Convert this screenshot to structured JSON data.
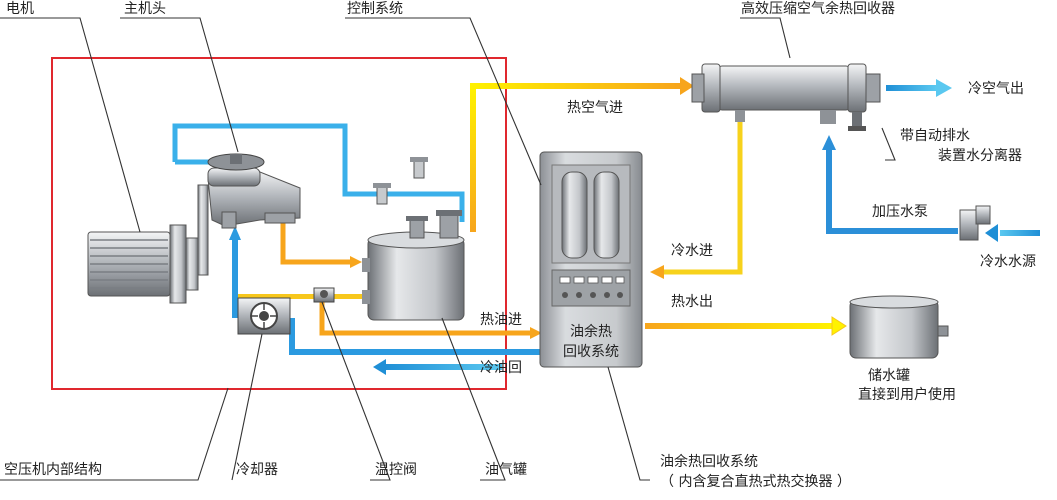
{
  "labels": {
    "motor": "电机",
    "main_head": "主机头",
    "control_system": "控制系统",
    "air_recovery": "高效压缩空气余热回收器",
    "cold_air_out": "冷空气出",
    "hot_air_in": "热空气进",
    "auto_drain_1": "带自动排水",
    "auto_drain_2": "装置水分离器",
    "pressure_pump": "加压水泵",
    "cold_water_source": "冷水水源",
    "cold_water_in": "冷水进",
    "hot_water_out": "热水出",
    "hot_oil_in": "热油进",
    "cold_oil_return": "冷油回",
    "oil_recovery_1": "油余热",
    "oil_recovery_2": "回收系统",
    "storage_tank_1": "储水罐",
    "storage_tank_2": "直接到用户使用",
    "compressor_internal": "空压机内部结构",
    "cooler": "冷却器",
    "thermo_valve": "温控阀",
    "oil_gas_tank": "油气罐",
    "oil_system_1": "油余热回收系统",
    "oil_system_2": "（ 内含复合直热式热交换器 ）"
  },
  "colors": {
    "hot_flow": "#f7a51c",
    "hot_flow_light": "#fff200",
    "cold_flow": "#1f8fd6",
    "cold_flow_light": "#5ac8f0",
    "boundary": "#e0282e",
    "metal": "#a9adb2"
  }
}
